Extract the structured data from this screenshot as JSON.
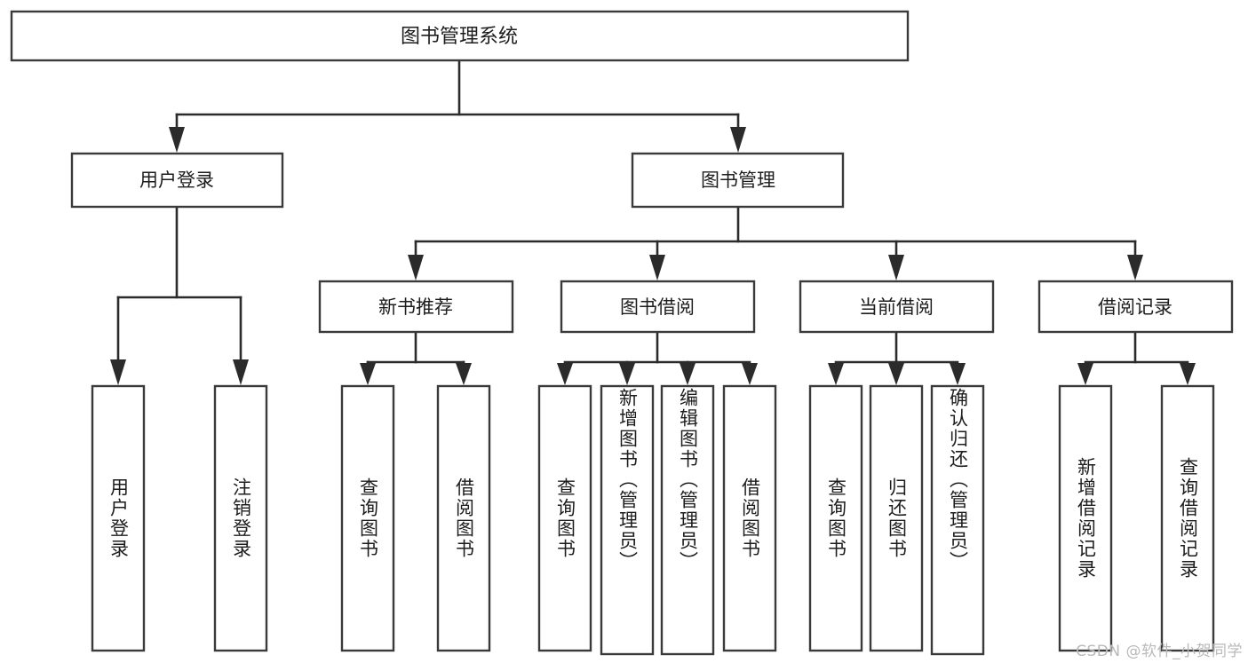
{
  "diagram": {
    "type": "tree-hierarchy-chart",
    "title": "图书管理系统",
    "background_color": "#ffffff",
    "box_fill": "#ffffff",
    "box_stroke": "#3a3a3a",
    "connector_color": "#2b2b2b",
    "text_color": "#1d1d1d",
    "root": {
      "label": "图书管理系统"
    },
    "level2": [
      {
        "label": "用户登录"
      },
      {
        "label": "图书管理"
      }
    ],
    "level3": [
      {
        "label": "新书推荐"
      },
      {
        "label": "图书借阅"
      },
      {
        "label": "当前借阅"
      },
      {
        "label": "借阅记录"
      }
    ],
    "leaves": {
      "user_login": [
        {
          "label": "用户登录"
        },
        {
          "label": "注销登录"
        }
      ],
      "new_book_recommend": [
        {
          "label": "查询图书"
        },
        {
          "label": "借阅图书"
        }
      ],
      "book_borrow": [
        {
          "label": "查询图书"
        },
        {
          "label": "新增图书（管理员）"
        },
        {
          "label": "编辑图书（管理员）"
        },
        {
          "label": "借阅图书"
        }
      ],
      "current_borrow": [
        {
          "label": "查询图书"
        },
        {
          "label": "归还图书"
        },
        {
          "label": "确认归还（管理员）"
        }
      ],
      "borrow_records": [
        {
          "label": "新增借阅记录"
        },
        {
          "label": "查询借阅记录"
        }
      ]
    }
  },
  "watermark": {
    "text": "CSDN @软件_小贺同学"
  }
}
